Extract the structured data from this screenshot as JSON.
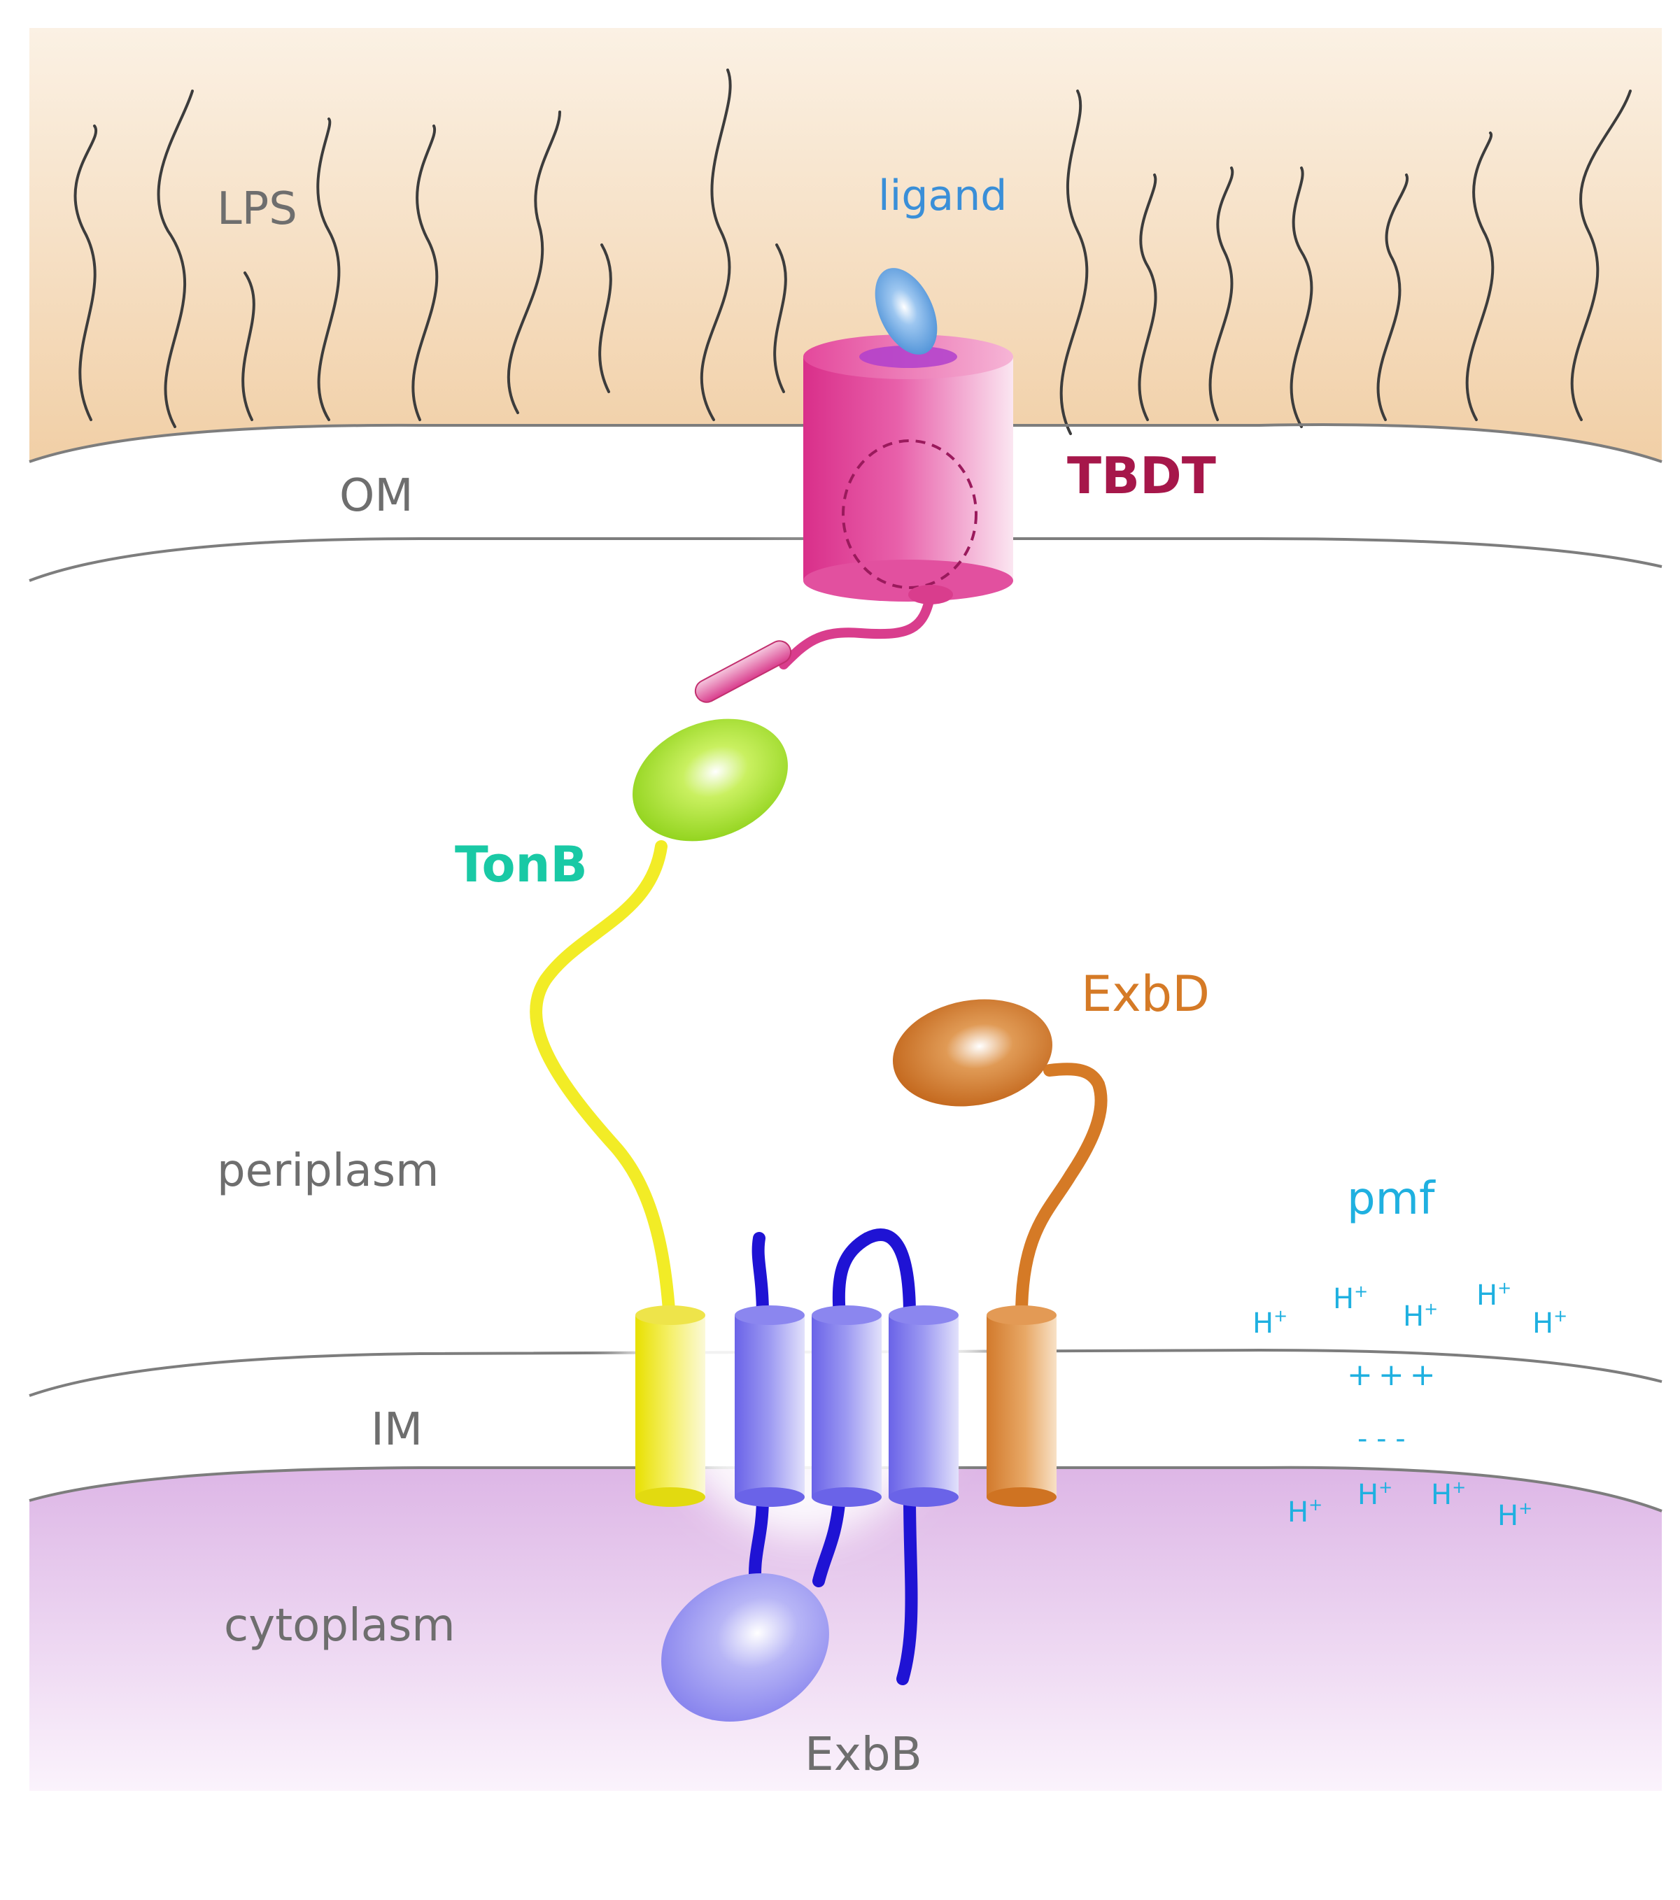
{
  "labels": {
    "lps": "LPS",
    "ligand": "ligand",
    "om": "OM",
    "tbdt": "TBDT",
    "tonb": "TonB",
    "exbd": "ExbD",
    "periplasm": "periplasm",
    "pmf": "pmf",
    "im": "IM",
    "cytoplasm": "cytoplasm",
    "exbb": "ExbB",
    "proton": "H",
    "proton_sup": "+",
    "plus_charges": "+++",
    "minus_charges": "- - -"
  },
  "colors": {
    "lps_region": "#f3d5b0",
    "cytoplasm": "#e3c1ea",
    "membrane_line": "#7d7d7d",
    "gray_label": "#6e6e6e",
    "ligand": "#3a8fd8",
    "tbdt": "#a6174a",
    "tbdt_body": "#e0489e",
    "tonb_label": "#19c9a5",
    "tonb_helix": "#f2ec26",
    "tonb_ball": "#a6e21e",
    "exbd": "#d57a26",
    "exbb": "#8c8cf2",
    "exbb_loop": "#1f13d4",
    "pmf": "#1fb0e0"
  }
}
